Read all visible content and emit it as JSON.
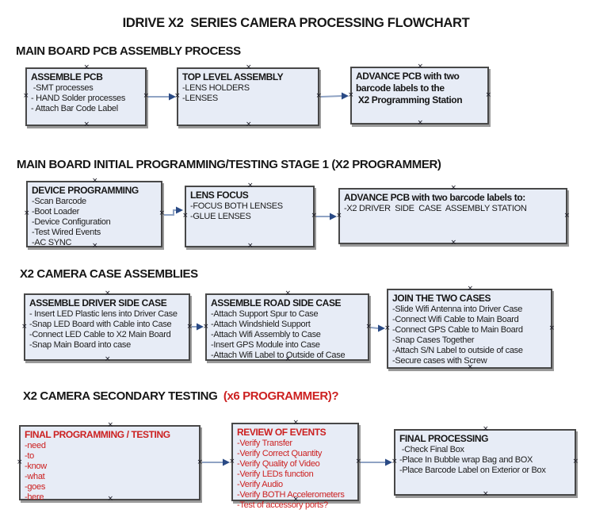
{
  "title": "IDRIVE X2  SERIES CAMERA PROCESSING FLOWCHART",
  "colors": {
    "box_fill": "#e7ecf6",
    "box_border": "#484848",
    "red": "#cc2020",
    "arrow_line": "#8fa3c4",
    "arrow_head": "#2a4a85"
  },
  "sections": [
    {
      "heading": "MAIN BOARD PCB ASSEMBLY PROCESS"
    },
    {
      "heading": "MAIN BOARD INITIAL PROGRAMMING/TESTING STAGE 1 (X2 PROGRAMMER)"
    },
    {
      "heading": "X2 CAMERA CASE ASSEMBLIES"
    },
    {
      "heading": "X2 CAMERA SECONDARY TESTING  ",
      "heading_red": "(x6 PROGRAMMER)?"
    }
  ],
  "boxes": [
    {
      "header": "ASSEMBLE PCB",
      "items": [
        " -SMT processes",
        "- HAND Solder processes",
        "- Attach Bar Code Label"
      ]
    },
    {
      "header": "TOP LEVEL ASSEMBLY",
      "items": [
        "-LENS HOLDERS",
        "-LENSES"
      ]
    },
    {
      "header": "ADVANCE PCB with two\nbarcode labels to the\n X2 Programming Station",
      "items": []
    },
    {
      "header": "DEVICE PROGRAMMING",
      "items": [
        "-Scan Barcode",
        "-Boot Loader",
        "-Device Configuration",
        "-Test Wired Events",
        "-AC SYNC"
      ]
    },
    {
      "header": "LENS FOCUS",
      "items": [
        "-FOCUS BOTH LENSES",
        "-GLUE LENSES"
      ]
    },
    {
      "header": "ADVANCE PCB with two barcode labels to:",
      "items": [
        "-X2 DRIVER  SIDE  CASE  ASSEMBLY STATION"
      ]
    },
    {
      "header": "ASSEMBLE DRIVER SIDE CASE",
      "items": [
        "- Insert LED Plastic lens into Driver Case",
        "-Snap LED Board with Cable into Case",
        "-Connect LED Cable to X2 Main Board",
        "-Snap Main Board into case"
      ]
    },
    {
      "header": "ASSEMBLE ROAD SIDE CASE",
      "items": [
        "-Attach Support Spur to Case",
        "-Attach Windshield Support",
        "-Attach Wifi Assembly to Case",
        "-Insert GPS Module into Case",
        "-Attach Wifi Label to Outside of Case"
      ]
    },
    {
      "header": "JOIN THE TWO CASES",
      "items": [
        "-Slide Wifi Antenna into Driver Case",
        "-Connect Wifi Cable to Main Board",
        "-Connect GPS Cable to Main Board",
        "-Snap Cases Together",
        "-Attach S/N Label to outside of case",
        "-Secure cases with Screw"
      ]
    },
    {
      "header": "FINAL PROGRAMMING / TESTING",
      "items": [
        "-need",
        "-to",
        "-know",
        "-what",
        "-goes",
        "-here"
      ]
    },
    {
      "header": "REVIEW OF EVENTS",
      "items": [
        "-Verify Transfer",
        "-Verify Correct Quantity",
        "-Verify Quality of Video",
        "-Verify LEDs function",
        "-Verify Audio",
        "-Verify BOTH Accelerometers",
        "-Test of accessory ports?"
      ]
    },
    {
      "header": "FINAL PROCESSING",
      "items": [
        " -Check Final Box",
        "-Place In Bubble wrap Bag and BOX",
        "-Place Barcode Label on Exterior or Box"
      ]
    }
  ]
}
